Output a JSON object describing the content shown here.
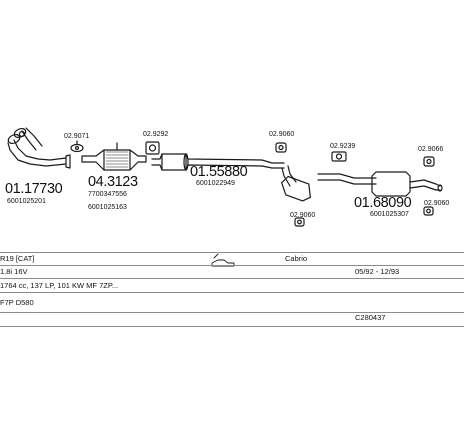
{
  "diagram": {
    "main_parts": [
      {
        "number": "01.17730",
        "code": "6001025201"
      },
      {
        "number": "04.3123",
        "code1": "7700347556",
        "code2": "6001025163"
      },
      {
        "number": "01.55880",
        "code": "6001022949"
      },
      {
        "number": "01.68090",
        "code": "6001025307"
      }
    ],
    "accessory_parts": [
      "02.9071",
      "02.9292",
      "02.9060",
      "02.9239",
      "02.9066",
      "02.9060",
      "02.9060"
    ],
    "line_color": "#1a1a1a"
  },
  "info": {
    "model": "R19 [CAT]",
    "body_type": "Cabrio",
    "engine": "1.8i 16V",
    "period": "05/92 - 12/93",
    "spec": "1764 cc, 137 LP, 101 KW MF 7ZP...",
    "engine_code": "F7P D580",
    "reference": "C280437"
  }
}
